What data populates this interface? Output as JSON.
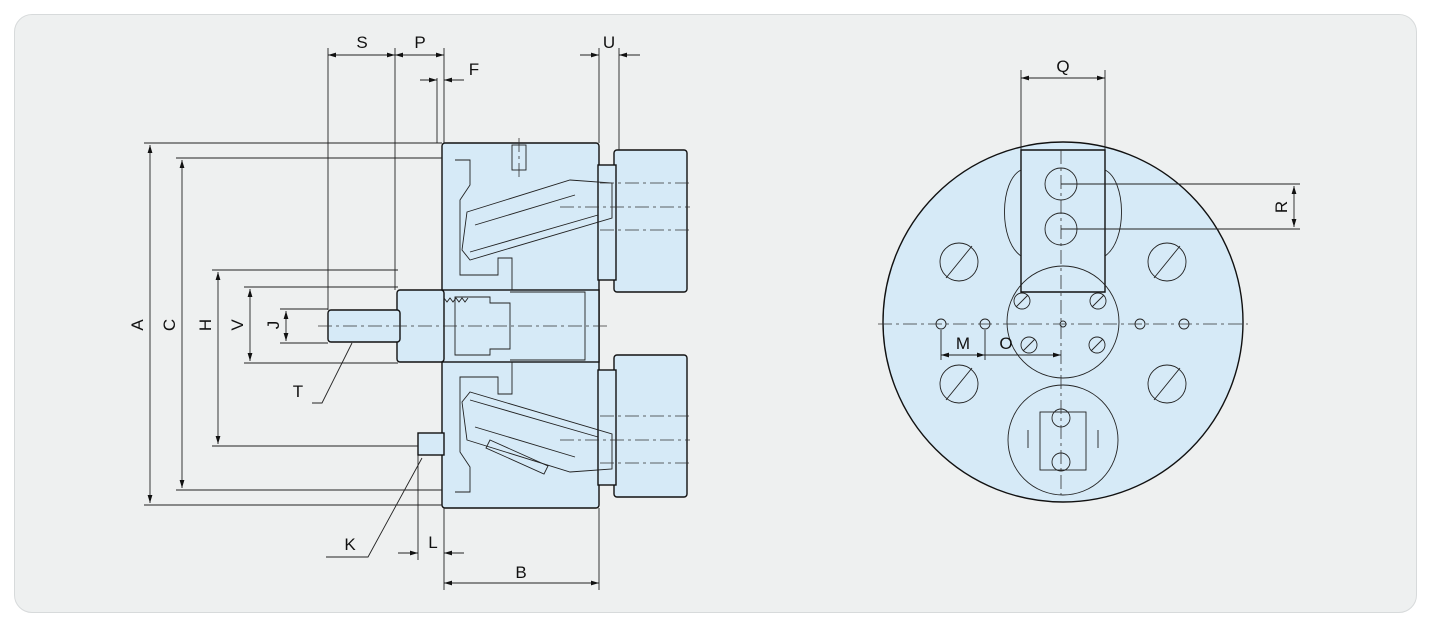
{
  "colors": {
    "panel_bg": "#eef0f0",
    "part_fill": "#d6eaf7",
    "line": "#111111"
  },
  "side_view": {
    "labels": {
      "S": "S",
      "P": "P",
      "F": "F",
      "U": "U",
      "A": "A",
      "C": "C",
      "H": "H",
      "V": "V",
      "J": "J",
      "T": "T",
      "K": "K",
      "L": "L",
      "B": "B"
    }
  },
  "front_view": {
    "labels": {
      "Q": "Q",
      "R": "R",
      "M": "M",
      "O": "O"
    }
  }
}
